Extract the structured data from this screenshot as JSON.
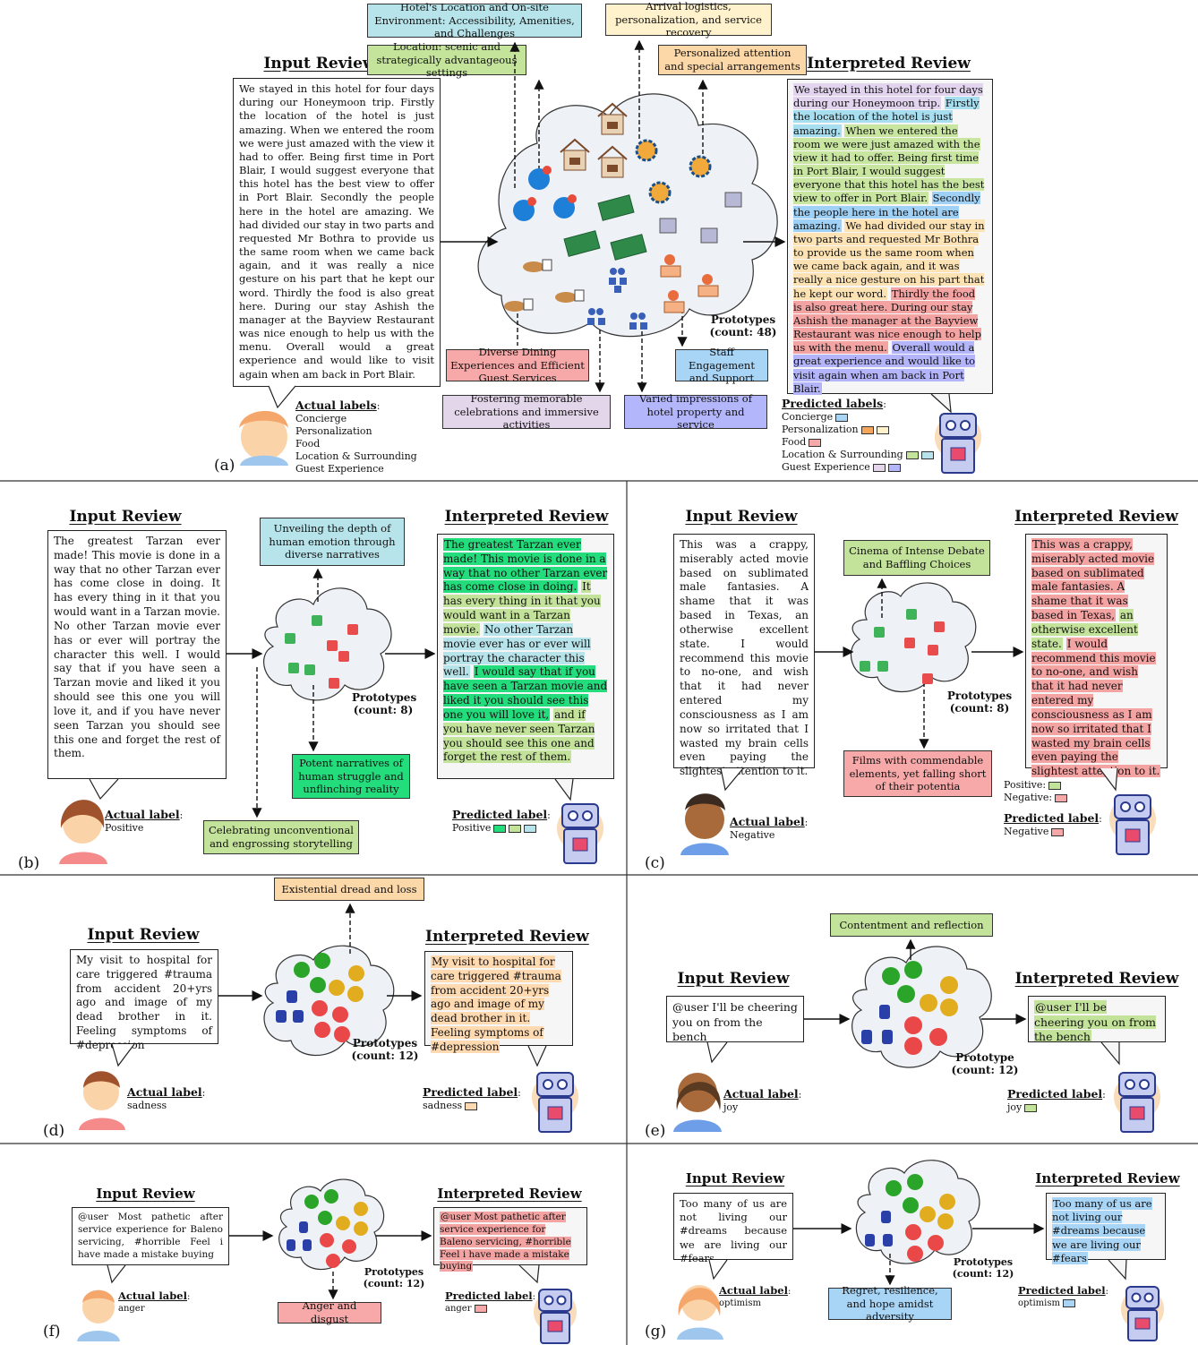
{
  "common": {
    "input_title": "Input Review",
    "interp_title": "Interpreted Review"
  },
  "a": {
    "input": "We stayed in this hotel for four days during our Honeymoon trip. Firstly the location of the hotel is just amazing. When we entered the room we were just amazed with the view it had to offer. Being first time in Port Blair, I would suggest everyone that this hotel has the best view to offer in Port Blair. Secondly the people here in the hotel are amazing. We had divided our stay in two parts and requested Mr Bothra to provide us the same room when we came back again, and it was really a nice gesture on his part that he kept our word. Thirdly the food is also great here. During our stay Ashish the manager at the Bayview Restaurant was nice enough to help us with the menu. Overall would a great experience and would like to visit again when am back in Port Blair.",
    "segments": [
      {
        "t": "We stayed in this hotel for four days during our Honeymoon trip.",
        "c": "#e2d4ee"
      },
      {
        "t": "Firstly the location of the hotel is just amazing.",
        "c": "#a8dff0"
      },
      {
        "t": "When we entered the room we were just amazed with the view it had to offer. Being first time in Port Blair, I would suggest everyone that this hotel has the best view to offer in Port Blair.",
        "c": "#c8e6a0"
      },
      {
        "t": "Secondly the people here in the hotel are amazing.",
        "c": "#9fd0f5"
      },
      {
        "t": "We had divided our stay in two parts and requested Mr Bothra to provide us the same room when we came back again, and it was really a nice gesture on his part that he kept our word.",
        "c": "#fde3b4"
      },
      {
        "t": "Thirdly the food is also great here. During our stay Ashish the manager at the Bayview Restaurant was nice enough to help us with the menu.",
        "c": "#f4a3a3"
      },
      {
        "t": "Overall would a great experience and would like to visit again when am back in Port Blair.",
        "c": "#b3b4f9"
      }
    ],
    "tags": [
      {
        "t": "Hotel's Location and On-site Environment: Accessibility, Amenities, and Challenges",
        "c": "#b7e4ea"
      },
      {
        "t": "Location: scenic and strategically advantageous settings",
        "c": "#c4e49c"
      },
      {
        "t": "Arrival logistics, personalization, and service recovery",
        "c": "#fff2cc"
      },
      {
        "t": "Personalized attention and special arrangements",
        "c": "#fcd7a8"
      },
      {
        "t": "Diverse Dining Experiences and Efficient Guest Services",
        "c": "#f7a8a8"
      },
      {
        "t": "Fostering memorable celebrations and immersive activities",
        "c": "#e3d5ea"
      },
      {
        "t": "Varied impressions of hotel property and service",
        "c": "#b3b6fb"
      },
      {
        "t": "Staff Engagement and Support",
        "c": "#a8d4f5"
      }
    ],
    "prototypes": "Prototypes",
    "count": "(count: 48)",
    "actual_label_head": "Actual labels",
    "actual_labels": [
      "Concierge",
      "Personalization",
      "Food",
      "Location & Surrounding",
      "Guest Experience"
    ],
    "pred_label_head": "Predicted labels",
    "pred_labels": [
      {
        "t": "Concierge",
        "c": [
          "#a8d4f5"
        ]
      },
      {
        "t": "Personalization",
        "c": [
          "#f5a65b",
          "#fff2cc"
        ]
      },
      {
        "t": "Food",
        "c": [
          "#f7a8a8"
        ]
      },
      {
        "t": "Location & Surrounding",
        "c": [
          "#c4e49c",
          "#b7e4ea"
        ]
      },
      {
        "t": "Guest Experience",
        "c": [
          "#e3d5ea",
          "#b3b6fb"
        ]
      }
    ],
    "panel_label": "(a)"
  },
  "b": {
    "input": "The greatest Tarzan ever made! This movie is done in a way that no other Tarzan ever has come close in doing. It has every thing in it that you would want in a Tarzan movie. No other Tarzan movie ever has or ever will portray the character this well. I would say that if you have seen a Tarzan movie and liked it you should see this one you will love it, and if you have never seen Tarzan you should see this one and forget the rest of them.",
    "segments": [
      {
        "t": "The greatest Tarzan ever made! This movie is done in a way that no other Tarzan ever has come close in doing.",
        "c": "#23dd7c"
      },
      {
        "t": "It has every thing in it that you would want in a Tarzan movie.",
        "c": "#c4e39a"
      },
      {
        "t": "No other Tarzan movie ever has or ever will portray the character this well.",
        "c": "#b7e4ea"
      },
      {
        "t": "I would say that if you have seen a Tarzan movie and liked it you should see this one you will love it,",
        "c": "#23dd7c"
      },
      {
        "t": "and if you have never seen Tarzan you should see this one and forget the rest of them.",
        "c": "#c4e39a"
      }
    ],
    "tags": [
      {
        "t": "Unveiling the depth of human emotion through diverse narratives",
        "c": "#b7e4ea"
      },
      {
        "t": "Potent narratives of human struggle and unflinching reality",
        "c": "#23dd7c"
      },
      {
        "t": "Celebrating unconventional and engrossing storytelling",
        "c": "#c4e39a"
      }
    ],
    "prototypes": "Prototypes",
    "count": "(count: 8)",
    "actual_label_head": "Actual label",
    "actual_label": "Positive",
    "pred_label_head": "Predicted label",
    "pred_label": "Positive",
    "pred_colors": [
      "#23dd7c",
      "#c4e39a",
      "#b7e4ea"
    ],
    "panel_label": "(b)"
  },
  "c": {
    "input": "This was a crappy, miserably acted movie based on sublimated male fantasies. A shame that it was based in Texas, an otherwise excellent state. I would recommend this movie to no-one, and wish that it had never entered my consciousness as I am now so irritated that I wasted my brain cells even paying the slightest attention to it.",
    "segments": [
      {
        "t": "This was a crappy, miserably acted movie based on sublimated male fantasies. A shame that it was based in Texas,",
        "c": "#f4a3a3"
      },
      {
        "t": "an otherwise excellent state.",
        "c": "#c4e39a"
      },
      {
        "t": "I would recommend this movie to no-one, and wish that it had never entered my consciousness as I am now so irritated that I wasted my brain cells even paying the slightest attention to it.",
        "c": "#f4a3a3"
      }
    ],
    "tags": [
      {
        "t": "Cinema of Intense Debate and Baffling Choices",
        "c": "#c4e39a"
      },
      {
        "t": "Films with commendable elements, yet falling short of their potentia",
        "c": "#f7a8a8"
      }
    ],
    "prototypes": "Prototypes",
    "count": "(count: 8)",
    "legend": [
      {
        "t": "Positive:",
        "c": "#c4e39a"
      },
      {
        "t": "Negative:",
        "c": "#f7a8a8"
      }
    ],
    "actual_label_head": "Actual label",
    "actual_label": "Negative",
    "pred_label_head": "Predicted label",
    "pred_label": "Negative",
    "pred_colors": [
      "#f7a8a8"
    ],
    "panel_label": "(c)"
  },
  "d": {
    "input": "My visit to hospital for care triggered #trauma from accident 20+yrs ago and image of my dead brother in it. Feeling symptoms of #depression",
    "segments": [
      {
        "t": "My visit to hospital for care triggered #trauma from accident 20+yrs ago and image of my dead brother in it. Feeling symptoms of #depression",
        "c": "#ffd9b0"
      }
    ],
    "tags": [
      {
        "t": "Existential dread and loss",
        "c": "#fcd7a8"
      }
    ],
    "prototypes": "Prototypes",
    "count": "(count: 12)",
    "actual_label_head": "Actual label",
    "actual_label": "sadness",
    "pred_label_head": "Predicted label",
    "pred_label": "sadness",
    "pred_colors": [
      "#ffd9b0"
    ],
    "panel_label": "(d)"
  },
  "e": {
    "input": "@user I'll be cheering you on from the bench",
    "segments": [
      {
        "t": "@user I'll be cheering you on from the bench",
        "c": "#c4e39a"
      }
    ],
    "tags": [
      {
        "t": "Contentment and reflection",
        "c": "#c4e39a"
      }
    ],
    "prototypes": "Prototype",
    "count": "(count: 12)",
    "actual_label_head": "Actual label",
    "actual_label": "joy",
    "pred_label_head": "Predicted label",
    "pred_label": "joy",
    "pred_colors": [
      "#c4e39a"
    ],
    "panel_label": "(e)"
  },
  "f": {
    "input": "@user Most pathetic after service experience for Baleno servicing, #horrible Feel i have made a mistake buying",
    "segments": [
      {
        "t": "@user Most pathetic after service experience for Baleno servicing, #horrible Feel i have made a mistake buying",
        "c": "#f4a3a3"
      }
    ],
    "tags": [
      {
        "t": "Anger and disgust",
        "c": "#f7a8a8"
      }
    ],
    "prototypes": "Prototypes",
    "count": "(count: 12)",
    "actual_label_head": "Actual label",
    "actual_label": "anger",
    "pred_label_head": "Predicted label",
    "pred_label": "anger",
    "pred_colors": [
      "#f7a8a8"
    ],
    "panel_label": "(f)"
  },
  "g": {
    "input": "Too many of us are not living our #dreams because we are living our #fears",
    "segments": [
      {
        "t": "Too many of us are not living our #dreams because we are living our #fears",
        "c": "#a8d4f5"
      }
    ],
    "tags": [
      {
        "t": "Regret, resilience, and hope amidst adversity",
        "c": "#a8d4f5"
      }
    ],
    "prototypes": "Prototypes",
    "count": "(count: 12)",
    "actual_label_head": "Actual label",
    "actual_label": "optimism",
    "pred_label_head": "Predicted label",
    "pred_label": "optimism",
    "pred_colors": [
      "#a8d4f5"
    ],
    "panel_label": "(g)"
  }
}
